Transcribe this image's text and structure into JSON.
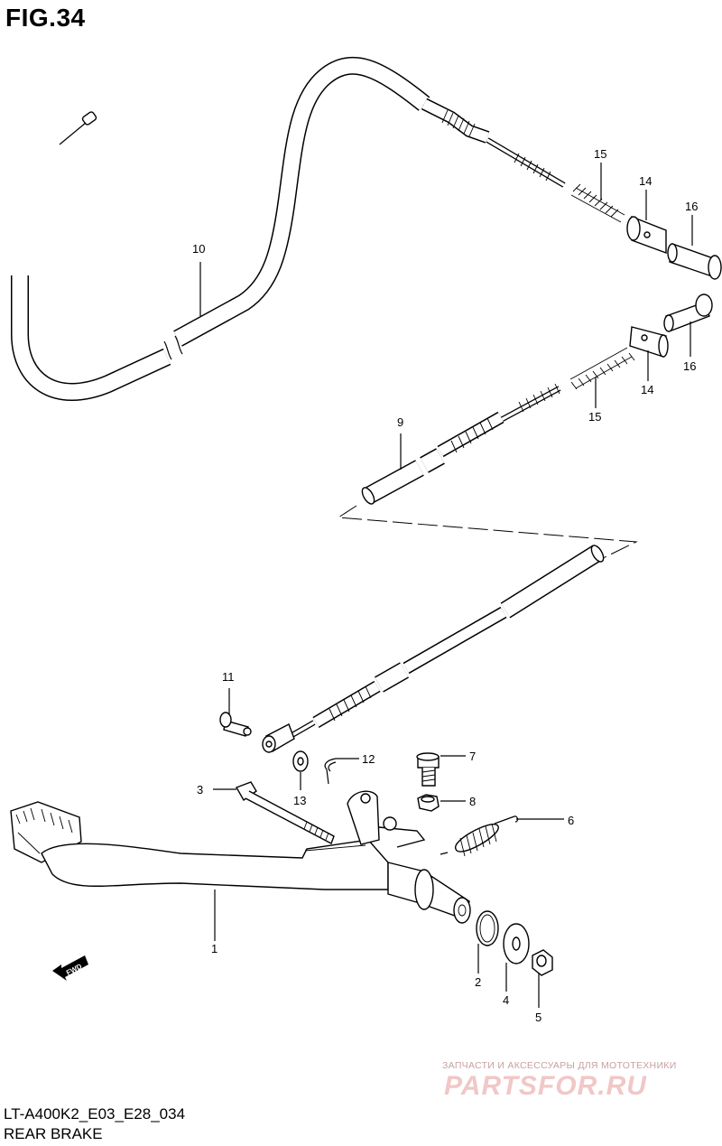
{
  "figure_title": "FIG.34",
  "callouts": {
    "c1": "1",
    "c2": "2",
    "c3": "3",
    "c4": "4",
    "c5": "5",
    "c6": "6",
    "c7": "7",
    "c8": "8",
    "c9": "9",
    "c10": "10",
    "c11": "11",
    "c12": "12",
    "c13": "13",
    "c14a": "14",
    "c14b": "14",
    "c15a": "15",
    "c15b": "15",
    "c16a": "16",
    "c16b": "16"
  },
  "fwd_badge": "FWD",
  "watermark": {
    "tagline": "ЗАПЧАСТИ И АКСЕССУАРЫ ДЛЯ МОТОТЕХНИКИ",
    "logo": "PARTSFOR.RU"
  },
  "footer": {
    "model_code": "LT-A400K2_E03_E28_034",
    "section_name": "REAR BRAKE"
  }
}
